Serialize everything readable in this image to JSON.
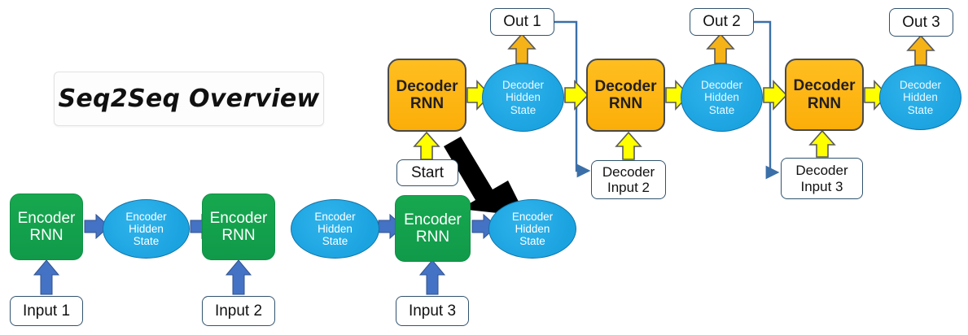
{
  "diagram": {
    "title": "Seq2Seq Overview",
    "encoder": {
      "cells": [
        {
          "label_line1": "Encoder",
          "label_line2": "RNN"
        },
        {
          "label_line1": "Encoder",
          "label_line2": "RNN"
        },
        {
          "label_line1": "Encoder",
          "label_line2": "RNN"
        }
      ],
      "hidden_states": [
        {
          "l1": "Encoder",
          "l2": "Hidden",
          "l3": "State"
        },
        {
          "l1": "Encoder",
          "l2": "Hidden",
          "l3": "State"
        },
        {
          "l1": "Encoder",
          "l2": "Hidden",
          "l3": "State"
        }
      ],
      "inputs": [
        "Input 1",
        "Input 2",
        "Input 3"
      ]
    },
    "decoder": {
      "cells": [
        {
          "label_line1": "Decoder",
          "label_line2": "RNN"
        },
        {
          "label_line1": "Decoder",
          "label_line2": "RNN"
        },
        {
          "label_line1": "Decoder",
          "label_line2": "RNN"
        }
      ],
      "hidden_states": [
        {
          "l1": "Decoder",
          "l2": "Hidden",
          "l3": "State"
        },
        {
          "l1": "Decoder",
          "l2": "Hidden",
          "l3": "State"
        },
        {
          "l1": "Decoder",
          "l2": "Hidden",
          "l3": "State"
        }
      ],
      "outputs": [
        "Out 1",
        "Out 2",
        "Out 3"
      ],
      "start_token": "Start",
      "inputs": [
        {
          "l1": "Decoder",
          "l2": "Input 2"
        },
        {
          "l1": "Decoder",
          "l2": "Input 3"
        }
      ]
    },
    "colors": {
      "encoder_fill": "#18A558",
      "decoder_fill": "#FFB515",
      "hidden_state_fill": "#29ABE2",
      "encoder_arrow": "#4472C4",
      "decoder_arrow": "#FFFF00",
      "output_arrow": "#F5B317",
      "connector_line": "#3B6FA8",
      "context_arrow": "#000000",
      "box_border": "#31536E"
    }
  }
}
